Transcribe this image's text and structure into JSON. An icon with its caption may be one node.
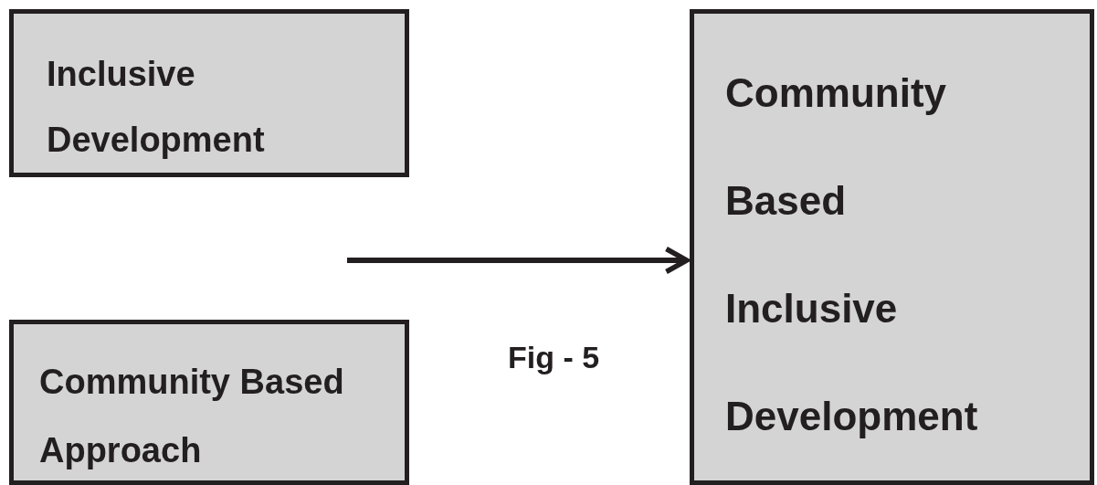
{
  "diagram": {
    "caption": "Fig - 5",
    "nodes": [
      {
        "text": [
          "Inclusive Development"
        ]
      },
      {
        "text": [
          "Community Based Approach"
        ]
      },
      {
        "text": [
          "Community Based Inclusive Development"
        ]
      }
    ],
    "edges": [
      {
        "from": null,
        "to": 2,
        "arrow": "to"
      }
    ]
  }
}
